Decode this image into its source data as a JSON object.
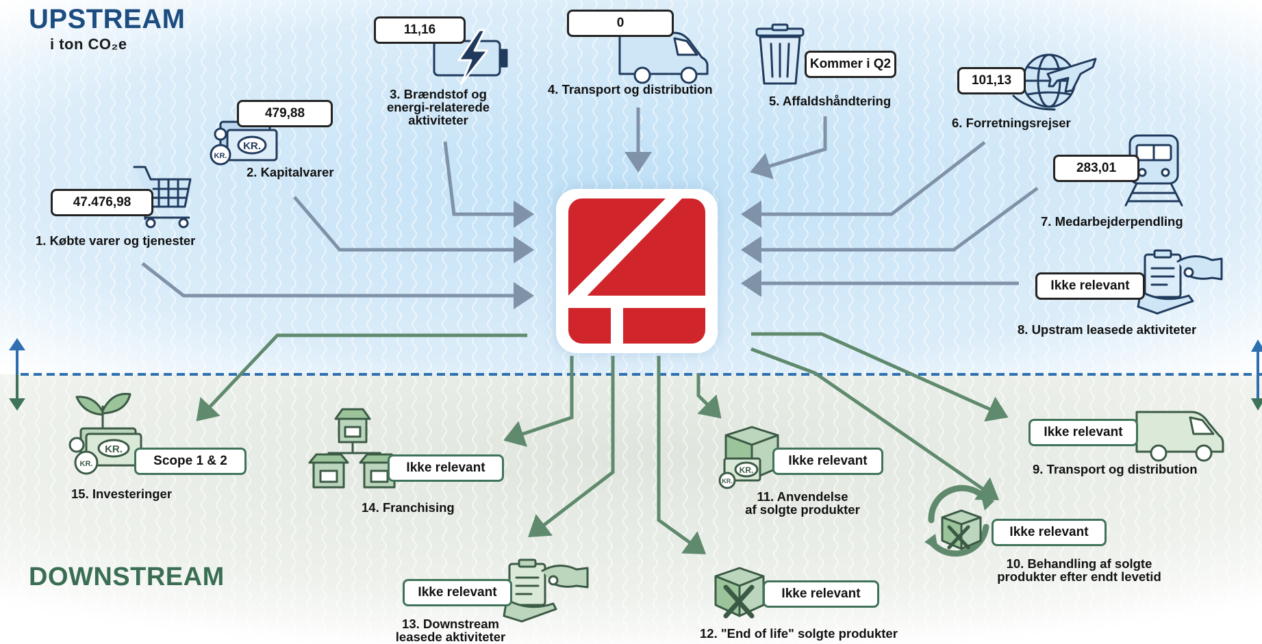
{
  "upstream": {
    "title": "UPSTREAM",
    "unit": "i ton CO₂e"
  },
  "downstream": {
    "title": "DOWNSTREAM"
  },
  "colors": {
    "upstream": "#1c4c80",
    "downstream": "#3a6e52",
    "arrow_up": "#7f92a8",
    "arrow_down": "#5f8a6d",
    "logo_red": "#cf252b",
    "divider": "#2f6fb0"
  },
  "categories": {
    "c1": {
      "label": "1. Købte varer og tjenester",
      "value": "47.476,98",
      "icon": "shopping-cart-icon"
    },
    "c2": {
      "label": "2. Kapitalvarer",
      "value": "479,88",
      "icon": "money-bills-icon"
    },
    "c3": {
      "label_line1": "3. Brændstof og",
      "label_line2": "energi-relaterede",
      "label_line3": "aktiviteter",
      "value": "11,16",
      "icon": "battery-lightning-icon"
    },
    "c4": {
      "label": "4. Transport og distribution",
      "value": "0",
      "icon": "van-icon"
    },
    "c5": {
      "label": "5. Affaldshåndtering",
      "value": "Kommer i Q2",
      "icon": "trash-can-icon"
    },
    "c6": {
      "label": "6. Forretningsrejser",
      "value": "101,13",
      "icon": "globe-plane-icon"
    },
    "c7": {
      "label": "7. Medarbejderpendling",
      "value": "283,01",
      "icon": "train-icon"
    },
    "c8": {
      "label": "8. Upstram leasede aktiviteter",
      "value": "Ikke relevant",
      "icon": "clipboard-key-hand-icon"
    },
    "c9": {
      "label": "9. Transport og distribution",
      "value": "Ikke relevant",
      "icon": "van-icon"
    },
    "c10": {
      "label_line1": "10. Behandling af solgte",
      "label_line2": "produkter efter endt levetid",
      "value": "Ikke relevant",
      "icon": "recycle-box-icon"
    },
    "c11": {
      "label_line1": "11. Anvendelse",
      "label_line2": "af solgte produkter",
      "value": "Ikke relevant",
      "icon": "box-money-icon"
    },
    "c12": {
      "label": "12. \"End of life\" solgte produkter",
      "value": "Ikke relevant",
      "icon": "box-cross-icon"
    },
    "c13": {
      "label_line1": "13. Downstream",
      "label_line2": "leasede aktiviteter",
      "value": "Ikke relevant",
      "icon": "clipboard-key-hand-icon"
    },
    "c14": {
      "label": "14. Franchising",
      "value": "Ikke relevant",
      "icon": "stores-network-icon"
    },
    "c15": {
      "label": "15. Investeringer",
      "value": "Scope 1 & 2",
      "icon": "plant-money-icon"
    }
  },
  "money_symbol": "KR."
}
